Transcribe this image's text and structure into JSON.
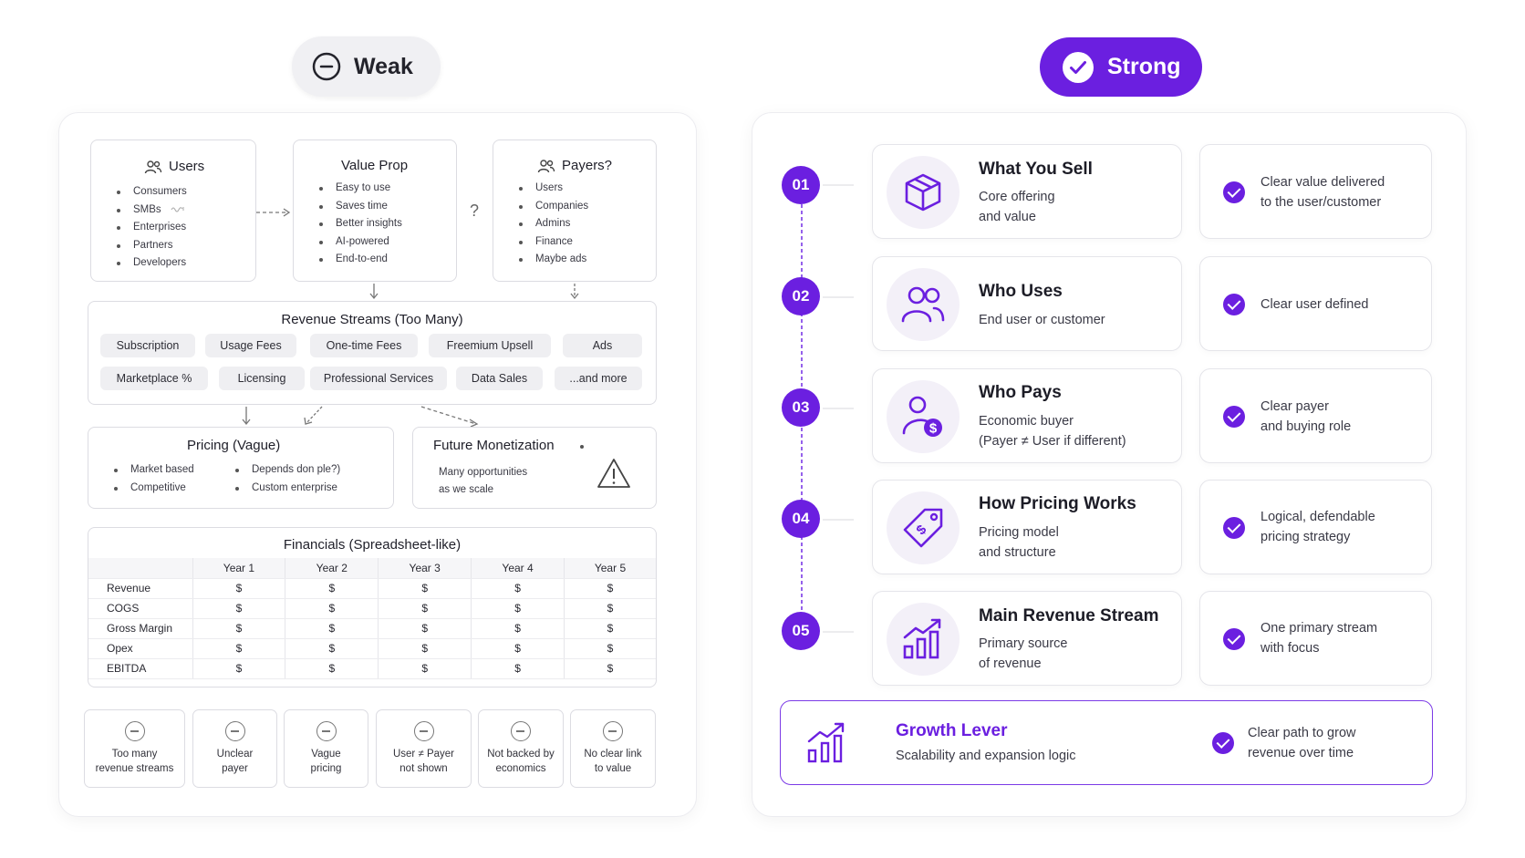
{
  "header": {
    "weak_label": "Weak",
    "strong_label": "Strong"
  },
  "weak": {
    "users": {
      "title": "Users",
      "items": [
        "Consumers",
        "SMBs",
        "Enterprises",
        "Partners",
        "Developers"
      ]
    },
    "value_prop": {
      "title": "Value Prop",
      "items": [
        "Easy to use",
        "Saves time",
        "Better insights",
        "AI-powered",
        "End-to-end"
      ]
    },
    "question_mark": "?",
    "payers": {
      "title": "Payers?",
      "items": [
        "Users",
        "Companies",
        "Admins",
        "Finance",
        "Maybe ads"
      ]
    },
    "revenue_streams": {
      "title": "Revenue Streams (Too Many)",
      "row1": [
        "Subscription",
        "Usage Fees",
        "One-time Fees",
        "Freemium Upsell",
        "Ads"
      ],
      "row2": [
        "Marketplace %",
        "Licensing",
        "Professional Services",
        "Data Sales",
        "...and more"
      ]
    },
    "pricing": {
      "title": "Pricing (Vague)",
      "col1": [
        "Market based",
        "Competitive"
      ],
      "col2": [
        "Depends don ple?)",
        "Custom enterprise"
      ]
    },
    "future": {
      "title": "Future Monetization",
      "text_line1": "Many opportunities",
      "text_line2": "as we scale"
    },
    "financials": {
      "title": "Financials (Spreadsheet-like)",
      "columns": [
        "Year 1",
        "Year 2",
        "Year 3",
        "Year 4",
        "Year 5"
      ],
      "rows": [
        {
          "label": "Revenue",
          "cells": [
            "$",
            "$",
            "$",
            "$",
            "$"
          ]
        },
        {
          "label": "COGS",
          "cells": [
            "$",
            "$",
            "$",
            "$",
            "$"
          ]
        },
        {
          "label": "Gross Margin",
          "cells": [
            "$",
            "$",
            "$",
            "$",
            "$"
          ]
        },
        {
          "label": "Opex",
          "cells": [
            "$",
            "$",
            "$",
            "$",
            "$"
          ]
        },
        {
          "label": "EBITDA",
          "cells": [
            "$",
            "$",
            "$",
            "$",
            "$"
          ]
        }
      ]
    },
    "notes": [
      {
        "line1": "Too many",
        "line2": "revenue streams"
      },
      {
        "line1": "Unclear",
        "line2": "payer"
      },
      {
        "line1": "Vague",
        "line2": "pricing"
      },
      {
        "line1": "User ≠ Payer",
        "line2": "not shown"
      },
      {
        "line1": "Not backed by",
        "line2": "economics"
      },
      {
        "line1": "No clear link",
        "line2": "to value"
      }
    ]
  },
  "strong": {
    "steps": [
      {
        "num": "01",
        "title": "What You Sell",
        "desc": "Core offering\nand value",
        "icon": "box-icon",
        "result": "Clear value delivered\nto the user/customer"
      },
      {
        "num": "02",
        "title": "Who Uses",
        "desc": "End user or customer",
        "icon": "users-icon",
        "result": "Clear user defined"
      },
      {
        "num": "03",
        "title": "Who Pays",
        "desc": "Economic buyer\n(Payer ≠ User if different)",
        "icon": "user-dollar-icon",
        "result": "Clear payer\nand buying role"
      },
      {
        "num": "04",
        "title": "How Pricing Works",
        "desc": "Pricing model\nand structure",
        "icon": "price-tag-icon",
        "result": "Logical, defendable\npricing strategy"
      },
      {
        "num": "05",
        "title": "Main Revenue Stream",
        "desc": "Primary source\nof revenue",
        "icon": "bar-chart-icon",
        "result": "One primary stream\nwith focus"
      }
    ],
    "growth": {
      "title": "Growth Lever",
      "desc": "Scalability and expansion logic",
      "result": "Clear path to grow\nrevenue over time"
    }
  },
  "colors": {
    "accent": "#6b1fe0",
    "weak_pill_bg": "#f0f0f3"
  }
}
